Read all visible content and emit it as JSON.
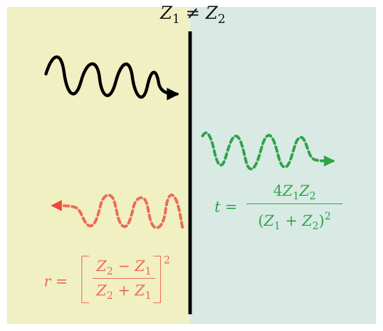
{
  "colors": {
    "left_region": "#f0f0c2",
    "right_region": "#d8eae3",
    "boundary": "#000000",
    "incident_wave": "#000000",
    "transmitted_wave": "#2fa34a",
    "reflected_wave": "#ee6a55",
    "reflected_arrowhead": "#f0483a"
  },
  "labels": {
    "header": {
      "Z": "Z",
      "sub1": "1",
      "neq": "≠",
      "sub2": "2"
    },
    "transmission": {
      "lhs": "t =",
      "num_coeff": "4",
      "num_Z1": "Z",
      "num_sub1": "1",
      "num_Z2": "Z",
      "num_sub2": "2",
      "den_open": "(",
      "den_Z1": "Z",
      "den_sub1": "1",
      "den_plus": "+",
      "den_Z2": "Z",
      "den_sub2": "2",
      "den_close": ")",
      "den_exp": "2"
    },
    "reflection": {
      "lhs": "r =",
      "num_Z2": "Z",
      "num_sub2": "2",
      "num_minus": "−",
      "num_Z1": "Z",
      "num_sub1": "1",
      "den_Z2": "Z",
      "den_sub2": "2",
      "den_plus": "+",
      "den_Z1": "Z",
      "den_sub1": "1",
      "exp": "2"
    }
  }
}
